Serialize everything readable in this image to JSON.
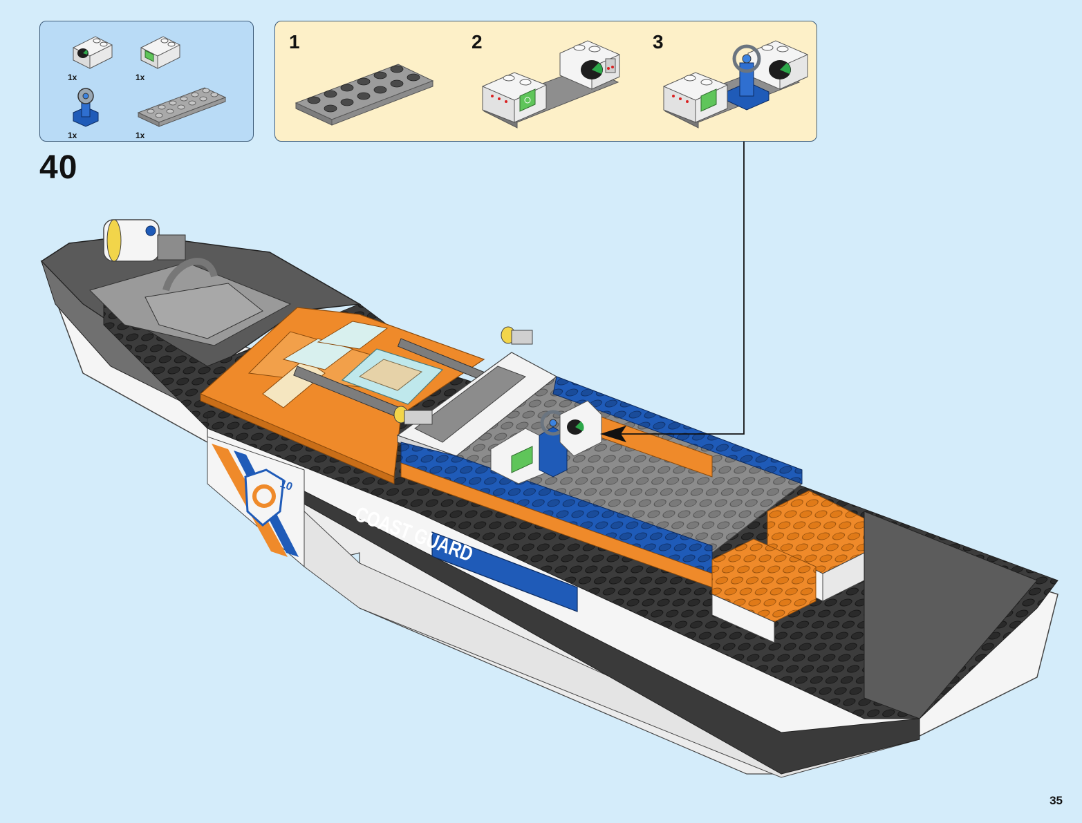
{
  "step": {
    "number": "40"
  },
  "parts": [
    {
      "name": "white slope with radar dial",
      "qty": "1x"
    },
    {
      "name": "white slope with green screen",
      "qty": "1x"
    },
    {
      "name": "blue steering wheel stand",
      "qty": "1x"
    },
    {
      "name": "gray plate 2x6",
      "qty": "1x"
    }
  ],
  "substeps": [
    {
      "number": "1"
    },
    {
      "number": "2"
    },
    {
      "number": "3"
    }
  ],
  "boat": {
    "hull_text": "COAST GUARD",
    "hull_number": "10"
  },
  "page": {
    "number": "35"
  },
  "colors": {
    "background": "#d4ecfa",
    "parts_box": "#b9dbf6",
    "substep_box": "#fdf0c8",
    "orange": "#ef8a2a",
    "blue": "#1f5bb8",
    "dark_gray": "#3e3e3e",
    "light_gray": "#8c8c8c",
    "white": "#f7f7f7"
  }
}
